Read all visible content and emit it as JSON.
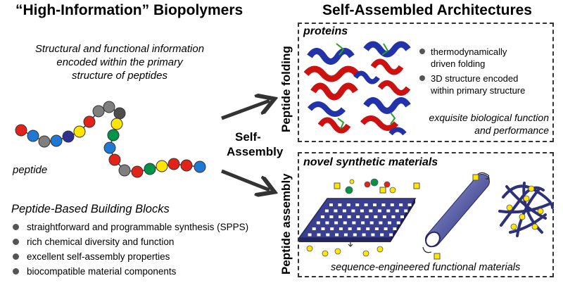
{
  "left": {
    "title": "“High-Information” Biopolymers",
    "description_lines": [
      "Structural and functional information",
      "encoded within the primary",
      "structure of peptides"
    ],
    "peptide_label": "peptide",
    "blocks_title": "Peptide-Based Building Blocks",
    "blocks_items": [
      "straightforward and programmable synthesis (SPPS)",
      "rich chemical diversity and function",
      "excellent self-assembly properties",
      "biocompatible material components"
    ]
  },
  "middle": {
    "label_line1": "Self-",
    "label_line2": "Assembly"
  },
  "right": {
    "title": "Self-Assembled Architectures",
    "top_panel": {
      "side_label": "Peptide folding",
      "title": "proteins",
      "bullets": [
        [
          "thermodynamically",
          "driven folding"
        ],
        [
          "3D structure encoded",
          "within primary structure"
        ]
      ],
      "caption_lines": [
        "exquisite biological function",
        "and performance"
      ]
    },
    "bottom_panel": {
      "side_label": "Peptide assembly",
      "title": "novel synthetic materials",
      "caption": "sequence-engineered functional materials"
    }
  },
  "colors": {
    "bead_colors": [
      "#e2231a",
      "#1f78d1",
      "#7f7f7f",
      "#1f78d1",
      "#2e3192",
      "#ffe600",
      "#e2231a",
      "#7f7f7f",
      "#7f7f7f",
      "#4d4d4d",
      "#ffe600",
      "#00944a",
      "#1f78d1",
      "#e2231a",
      "#7f7f7f",
      "#e2231a",
      "#00944a",
      "#ffe600",
      "#e2231a"
    ],
    "protein_red": "#cc1111",
    "protein_blue": "#2233aa",
    "material_navy": "#3b3f8f",
    "marker_yellow": "#ffe600"
  }
}
